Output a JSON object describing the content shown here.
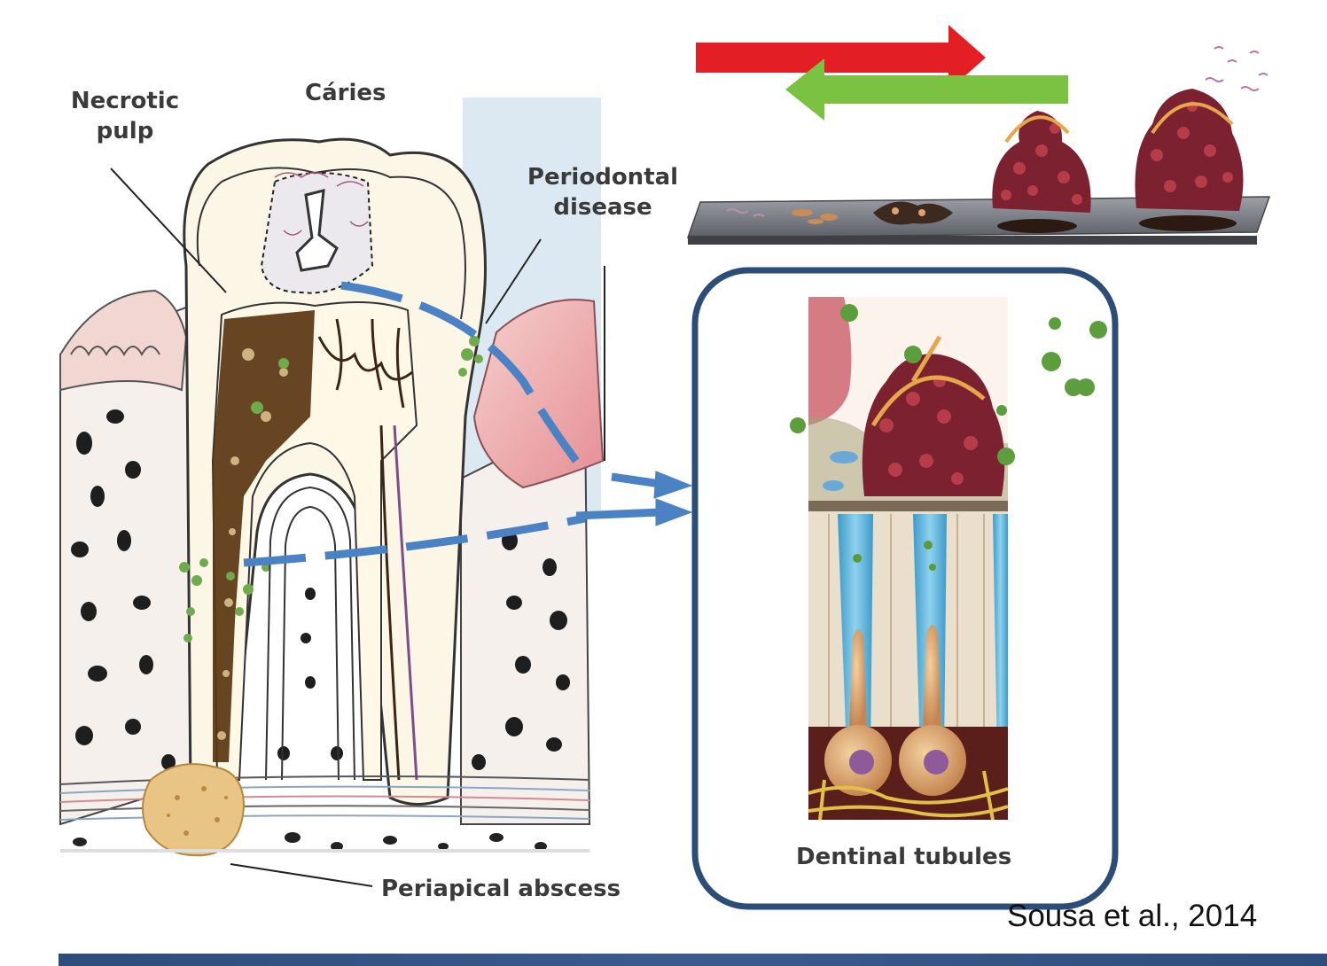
{
  "labels": {
    "caries": "Cáries",
    "necrotic_pulp": "Necrotic pulp",
    "periodontal_disease": "Periodontal disease",
    "periapical_abscess": "Periapical abscess",
    "dentinal_tubules": "Dentinal tubules"
  },
  "citation": "Sousa et al., 2014",
  "colors": {
    "arrow_forward": "#e31e24",
    "arrow_backward": "#7cc242",
    "callout": "#4a82c3",
    "panel_border": "#2c4d78",
    "gum": "#f0b8b6",
    "biofilm": "#8a2a34",
    "bacteria": "#5a9a3a",
    "footer_band": "#2d4d7c"
  }
}
